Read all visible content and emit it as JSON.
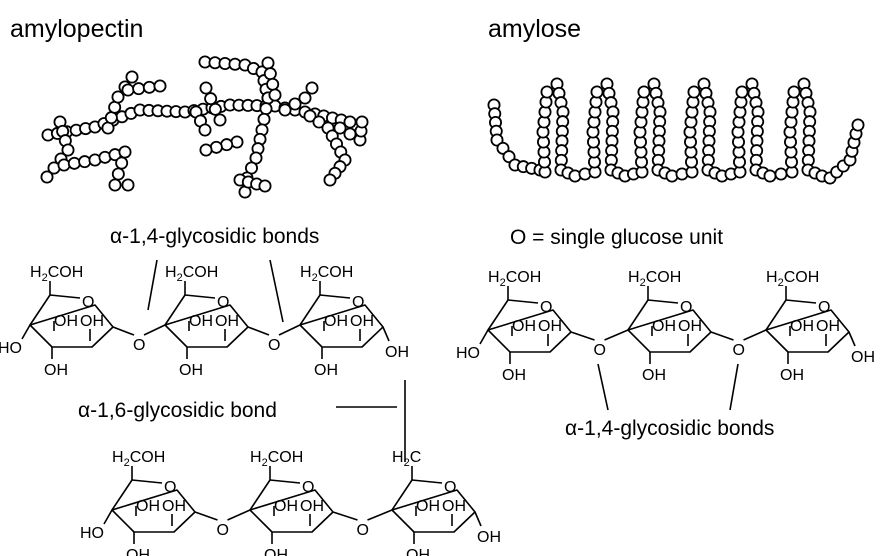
{
  "titles": {
    "left": "amylopectin",
    "right": "amylose"
  },
  "labels": {
    "alpha14_left": "α-1,4-glycosidic bonds",
    "alpha16": "α-1,6-glycosidic bond",
    "legend": "O = single glucose unit",
    "alpha14_right": "α-1,4-glycosidic bonds"
  },
  "atoms": {
    "ch2oh_prefix": "H",
    "ch2oh_sub": "2",
    "ch2oh_suffix": "COH",
    "ch2_sub_suffix": "C",
    "oh": "OH",
    "ho": "HO",
    "o": "O"
  }
}
